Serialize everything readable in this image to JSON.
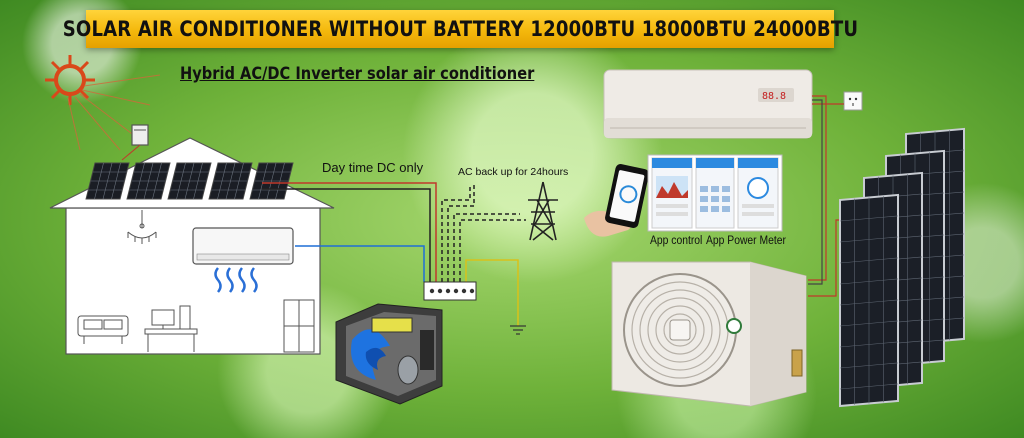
{
  "title": "SOLAR AIR CONDITIONER WITHOUT BATTERY 12000BTU 18000BTU 24000BTU",
  "subtitle": "Hybrid AC/DC Inverter solar air conditioner",
  "labels": {
    "daytime_dc": "Day time DC only",
    "ac_backup": "AC back up for 24hours",
    "app_control": "App control",
    "app_power_meter": "App Power Meter"
  },
  "indoor_unit_display": "88.8",
  "colors": {
    "banner": "#f4b80c",
    "dc_wire_red": "#c0392b",
    "ac_wire_blue": "#1f6fd6",
    "ground_wire_yellow": "#d8c11a",
    "panel_cell": "#1a1d24"
  }
}
